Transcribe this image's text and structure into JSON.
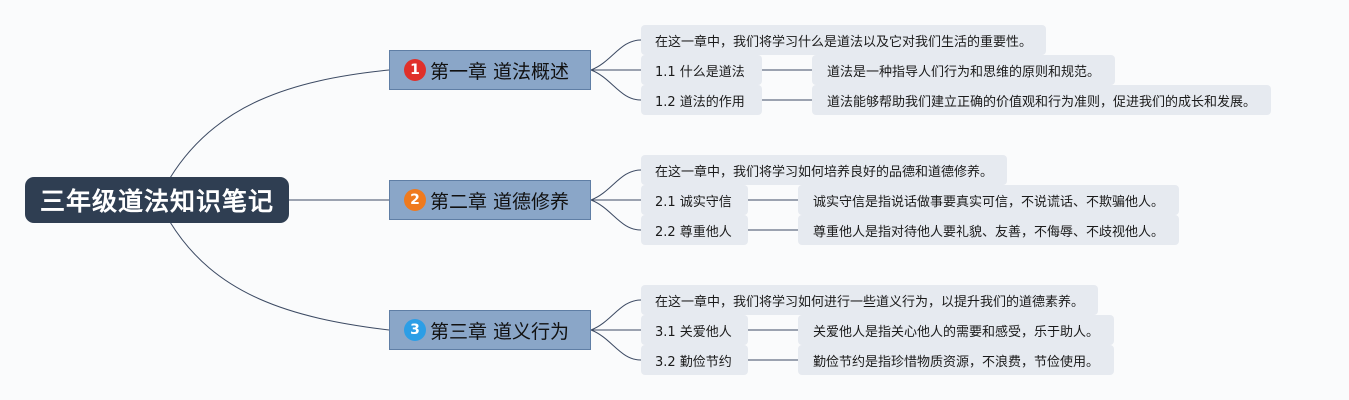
{
  "root": {
    "title": "三年级道法知识笔记"
  },
  "colors": {
    "root_bg": "#2f3e52",
    "chapter_bg": "#8aa6c8",
    "leaf_bg": "#e6eaf0",
    "line": "#3c4a63"
  },
  "chapters": [
    {
      "number": "1",
      "badge_color": "#e0302a",
      "title": "第一章 道法概述",
      "intro": "在这一章中，我们将学习什么是道法以及它对我们生活的重要性。",
      "subtopics": [
        {
          "label": "1.1 什么是道法",
          "detail": "道法是一种指导人们行为和思维的原则和规范。"
        },
        {
          "label": "1.2 道法的作用",
          "detail": "道法能够帮助我们建立正确的价值观和行为准则，促进我们的成长和发展。"
        }
      ]
    },
    {
      "number": "2",
      "badge_color": "#ef7a1e",
      "title": "第二章 道德修养",
      "intro": "在这一章中，我们将学习如何培养良好的品德和道德修养。",
      "subtopics": [
        {
          "label": "2.1 诚实守信",
          "detail": "诚实守信是指说话做事要真实可信，不说谎话、不欺骗他人。"
        },
        {
          "label": "2.2 尊重他人",
          "detail": "尊重他人是指对待他人要礼貌、友善，不侮辱、不歧视他人。"
        }
      ]
    },
    {
      "number": "3",
      "badge_color": "#2c9ee6",
      "title": "第三章 道义行为",
      "intro": "在这一章中，我们将学习如何进行一些道义行为，以提升我们的道德素养。",
      "subtopics": [
        {
          "label": "3.1 关爱他人",
          "detail": "关爱他人是指关心他人的需要和感受，乐于助人。"
        },
        {
          "label": "3.2 勤俭节约",
          "detail": "勤俭节约是指珍惜物质资源，不浪费，节俭使用。"
        }
      ]
    }
  ]
}
